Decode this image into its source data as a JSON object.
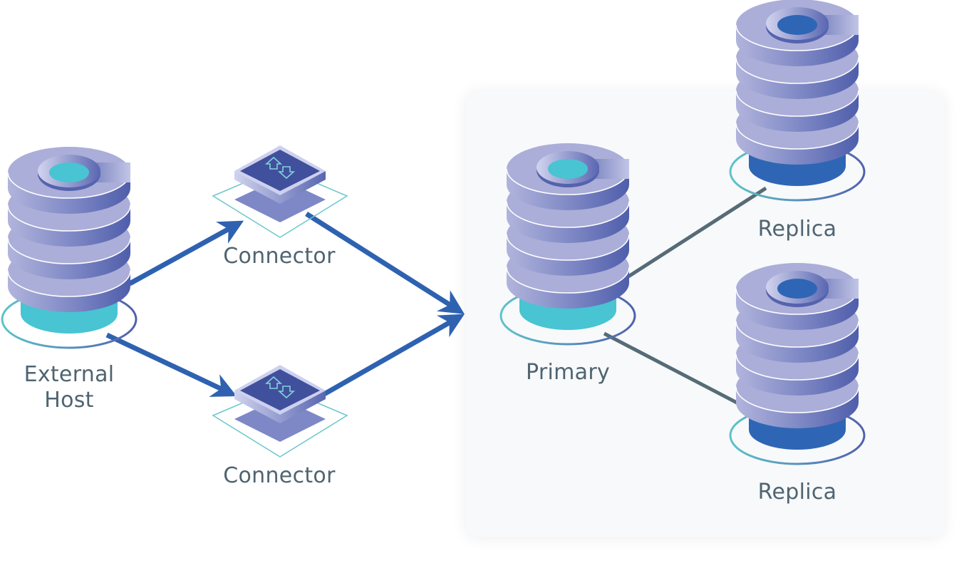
{
  "diagram": {
    "type": "database-replication-topology",
    "nodes": [
      {
        "id": "external-host",
        "label": "External\nHost",
        "kind": "database",
        "disk_color": "#48c4d2"
      },
      {
        "id": "connector-1",
        "label": "Connector",
        "kind": "connector",
        "icon": "sync-arrows-icon"
      },
      {
        "id": "connector-2",
        "label": "Connector",
        "kind": "connector",
        "icon": "sync-arrows-icon"
      },
      {
        "id": "primary",
        "label": "Primary",
        "kind": "database",
        "disk_color": "#48c4d2"
      },
      {
        "id": "replica-1",
        "label": "Replica",
        "kind": "database",
        "disk_color": "#2e66b5"
      },
      {
        "id": "replica-2",
        "label": "Replica",
        "kind": "database",
        "disk_color": "#2e66b5"
      }
    ],
    "edges": [
      {
        "from": "external-host",
        "to": "connector-1",
        "style": "arrow"
      },
      {
        "from": "external-host",
        "to": "connector-2",
        "style": "arrow"
      },
      {
        "from": "connector-1",
        "to": "primary",
        "style": "arrow"
      },
      {
        "from": "connector-2",
        "to": "primary",
        "style": "arrow"
      },
      {
        "from": "primary",
        "to": "replica-1",
        "style": "line"
      },
      {
        "from": "primary",
        "to": "replica-2",
        "style": "line"
      }
    ],
    "group": {
      "name": "cluster",
      "members": [
        "primary",
        "replica-1",
        "replica-2"
      ]
    }
  },
  "colors": {
    "arrow": "#2e62b1",
    "replication_line": "#566b76",
    "label_text": "#4f6470",
    "disk_body": "#a9acd6",
    "disk_side_dark": "#5462ad",
    "ring_teal": "#5ec0c8",
    "connector_top": "#41509c",
    "panel_bg": "#f7f9fb"
  },
  "labels": {
    "external_host": "External\nHost",
    "connector_top": "Connector",
    "connector_bottom": "Connector",
    "primary": "Primary",
    "replica_top": "Replica",
    "replica_bottom": "Replica"
  }
}
